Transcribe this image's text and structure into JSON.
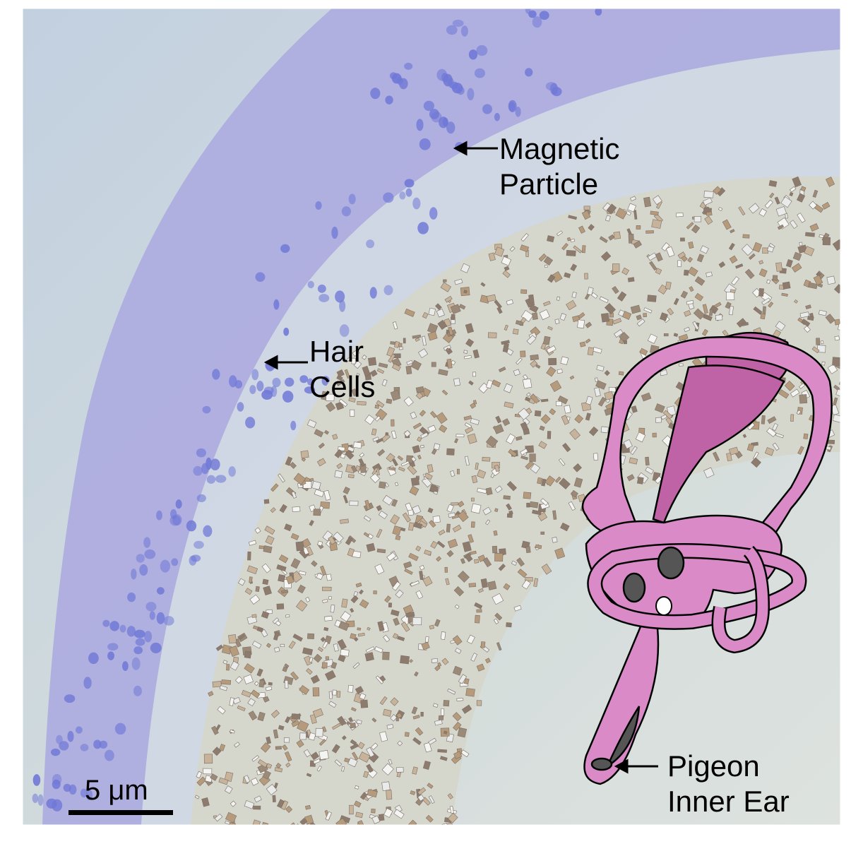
{
  "labels": {
    "magnetic_particle": [
      "Magnetic",
      "Particle"
    ],
    "hair_cells": [
      "Hair",
      "Cells"
    ],
    "pigeon_inner_ear": [
      "Pigeon",
      "Inner Ear"
    ]
  },
  "scale_bar": {
    "label": "5 μm"
  },
  "colors": {
    "background": "#c9d6de",
    "band": "#a9a7df",
    "ear_fill": "#d98ac7",
    "ear_dark": "#c062a6",
    "otolith": "#555555"
  }
}
